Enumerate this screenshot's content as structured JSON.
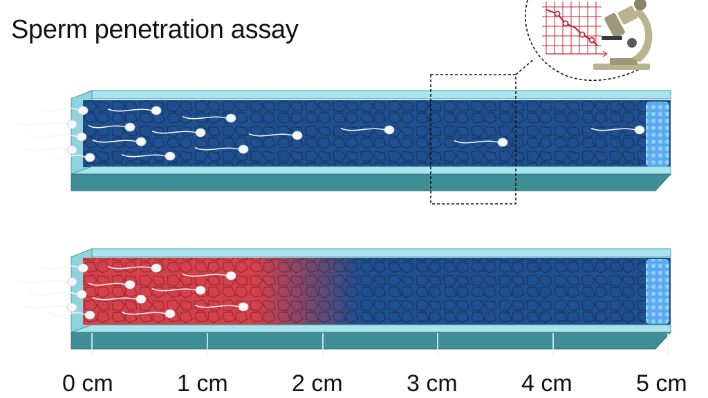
{
  "title": "Sperm penetration assay",
  "axis": {
    "tick_labels": [
      "0 cm",
      "1 cm",
      "2 cm",
      "3 cm",
      "4 cm",
      "5 cm"
    ]
  },
  "colors": {
    "channel_blue": "#1f4f8f",
    "glass_rim": "#7fd0dc",
    "glass_side": "#3f8f97",
    "penetrated_red": "#d6404a",
    "reservoir": "#6fb8f0",
    "graph_line": "#c8202d"
  },
  "icons": [
    "sperm-icon",
    "microscope-icon",
    "graph-icon",
    "magnify-callout"
  ]
}
